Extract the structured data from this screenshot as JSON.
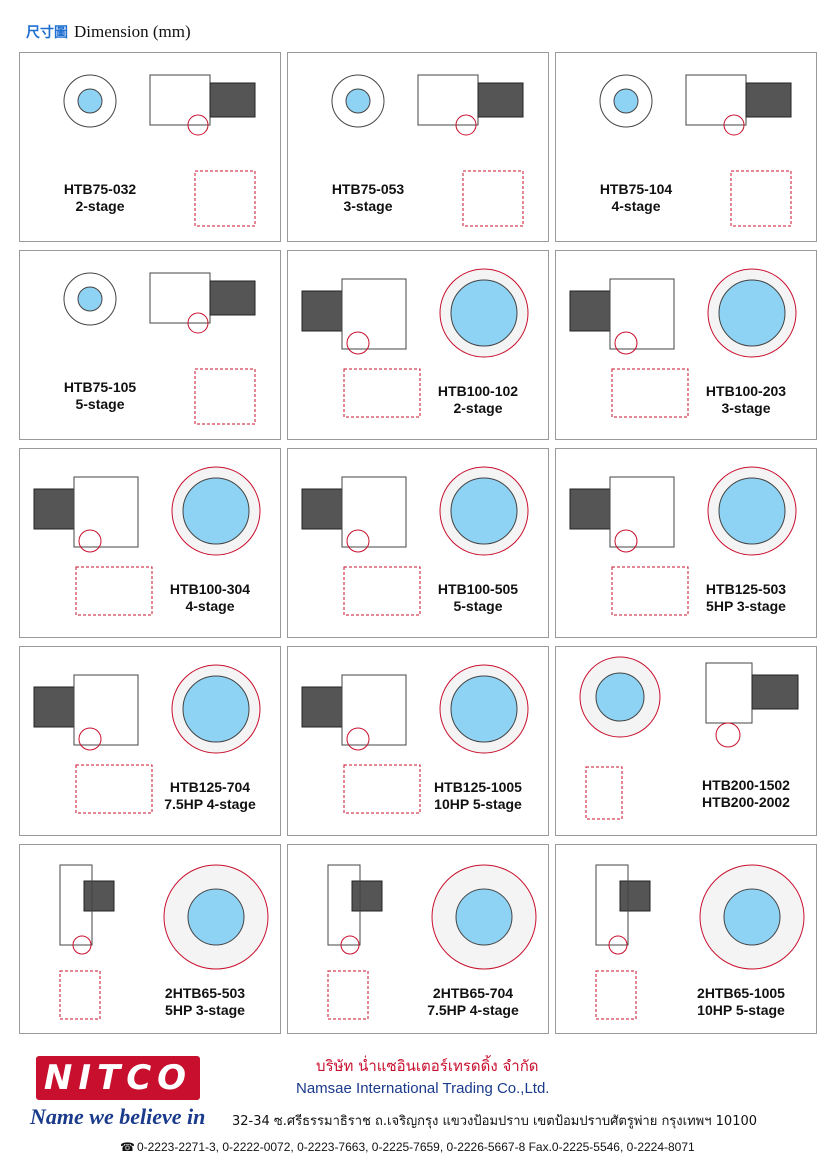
{
  "header": {
    "title_cjk": "尺寸圖",
    "title_en": "Dimension (mm)"
  },
  "colors": {
    "accent_blue": "#1f6fd1",
    "brand_red": "#c8102e",
    "brand_navy": "#1a3a8c",
    "fan_fill": "#8fd3f4"
  },
  "panels": [
    {
      "model": "HTB75-032",
      "stage": "2-stage",
      "layout": "small"
    },
    {
      "model": "HTB75-053",
      "stage": "3-stage",
      "layout": "small"
    },
    {
      "model": "HTB75-104",
      "stage": "4-stage",
      "layout": "small"
    },
    {
      "model": "HTB75-105",
      "stage": "5-stage",
      "layout": "small"
    },
    {
      "model": "HTB100-102",
      "stage": "2-stage",
      "layout": "mid"
    },
    {
      "model": "HTB100-203",
      "stage": "3-stage",
      "layout": "mid"
    },
    {
      "model": "HTB100-304",
      "stage": "4-stage",
      "layout": "mid"
    },
    {
      "model": "HTB100-505",
      "stage": "5-stage",
      "layout": "mid"
    },
    {
      "model": "HTB125-503",
      "stage": "5HP 3-stage",
      "layout": "mid"
    },
    {
      "model": "HTB125-704",
      "stage": "7.5HP 4-stage",
      "layout": "mid"
    },
    {
      "model": "HTB125-1005",
      "stage": "10HP 5-stage",
      "layout": "mid"
    },
    {
      "model": "HTB200-1502",
      "stage": "HTB200-2002",
      "layout": "large"
    },
    {
      "model": "2HTB65-503",
      "stage": "5HP 3-stage",
      "layout": "bottom"
    },
    {
      "model": "2HTB65-704",
      "stage": "7.5HP 4-stage",
      "layout": "bottom"
    },
    {
      "model": "2HTB65-1005",
      "stage": "10HP 5-stage",
      "layout": "bottom"
    }
  ],
  "footer": {
    "logo_text": "NITCO",
    "slogan": "Name we believe in",
    "company_th": "บริษัท น่ำแซอินเตอร์เทรดดิ้ง จำกัด",
    "company_en": "Namsae International Trading Co.,Ltd.",
    "address": "32-34 ซ.ศรีธรรมาธิราช ถ.เจริญกรุง แขวงป้อมปราบ เขตป้อมปราบศัตรูพ่าย กรุงเทพฯ 10100",
    "phone_icon": "telephone-icon",
    "phones": "0-2223-2271-3, 0-2222-0072, 0-2223-7663, 0-2225-7659, 0-2226-5667-8  Fax.0-2225-5546, 0-2224-8071"
  }
}
